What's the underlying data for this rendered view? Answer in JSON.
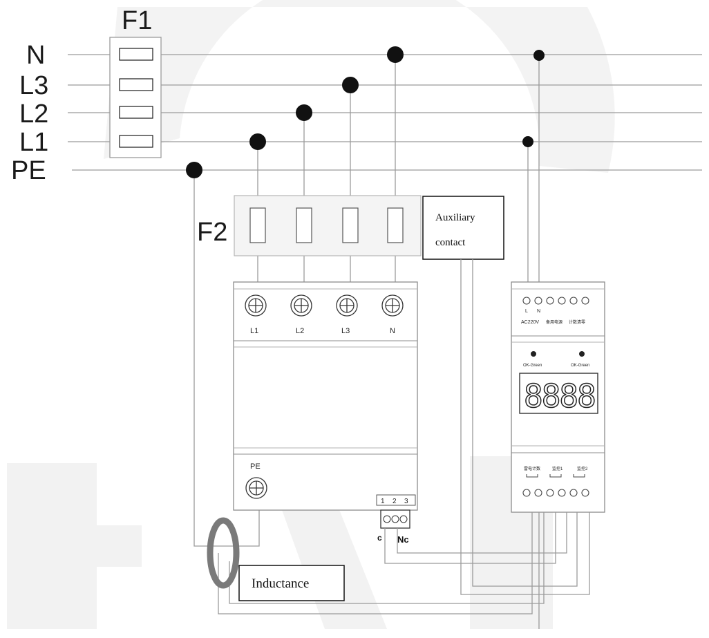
{
  "fuse_groups": {
    "f1": "F1",
    "f2": "F2"
  },
  "bus_lines": [
    {
      "id": "n",
      "label": "N"
    },
    {
      "id": "l3",
      "label": "L3"
    },
    {
      "id": "l2",
      "label": "L2"
    },
    {
      "id": "l1",
      "label": "L1"
    },
    {
      "id": "pe",
      "label": "PE"
    }
  ],
  "surge_protector": {
    "top_terminals": [
      "L1",
      "L2",
      "L3",
      "N"
    ],
    "pe_terminal": "PE",
    "signal_numbers": [
      "1",
      "2",
      "3"
    ],
    "contact_c": "c",
    "contact_nc": "Nc"
  },
  "monitor": {
    "top_labels": {
      "l": "L",
      "n": "N",
      "supply": "AC220V",
      "aux": "备用电源",
      "count": "计数清零"
    },
    "led_labels": [
      "OK-Green",
      "OK-Green"
    ],
    "display": "8888",
    "bottom_labels": [
      "雷电计数",
      "监控1",
      "监控2"
    ]
  },
  "callouts": {
    "auxiliary_line1": "Auxiliary",
    "auxiliary_line2": "contact",
    "inductance": "Inductance"
  },
  "colors": {
    "line": "#9a9a9a",
    "dark": "#1a1a1a",
    "node": "#111111",
    "watermark": "#f1f1f1",
    "coil": "#7a7a7a"
  }
}
